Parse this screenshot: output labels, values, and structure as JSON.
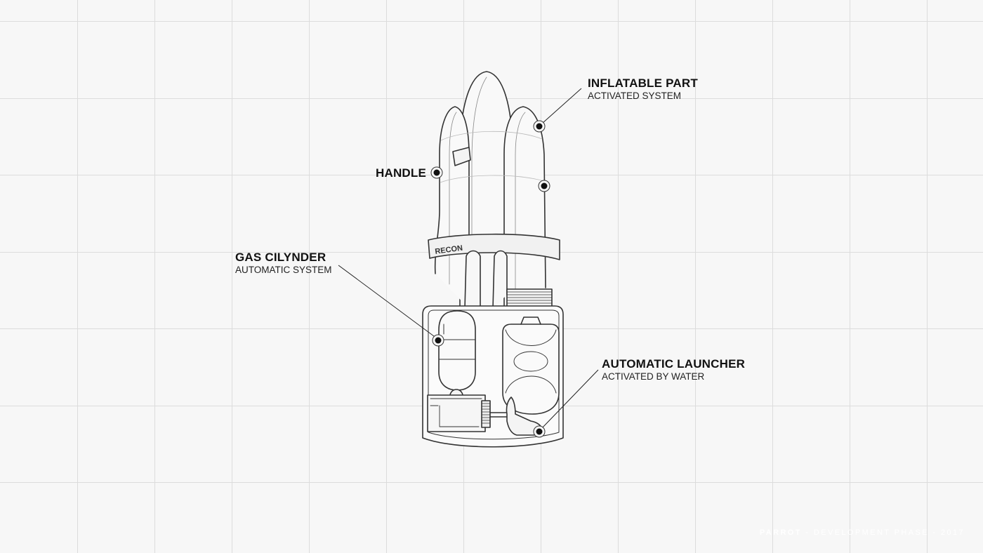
{
  "callouts": {
    "inflatable": {
      "title": "INFLATABLE PART",
      "subtitle": "ACTIVATED SYSTEM"
    },
    "handle": {
      "title": "HANDLE"
    },
    "gas": {
      "title": "GAS CILYNDER",
      "subtitle": "AUTOMATIC SYSTEM"
    },
    "launcher": {
      "title": "AUTOMATIC LAUNCHER",
      "subtitle": "ACTIVATED BY WATER"
    }
  },
  "strap_label": "RECON",
  "footer": {
    "brand": "PARROT",
    "separator": " - ",
    "text": "DEVELOPMENT PHASE - 2017"
  },
  "colors": {
    "background": "#f7f7f7",
    "grid": "#dcdcdc",
    "line": "#333333",
    "marker": "#111111"
  }
}
